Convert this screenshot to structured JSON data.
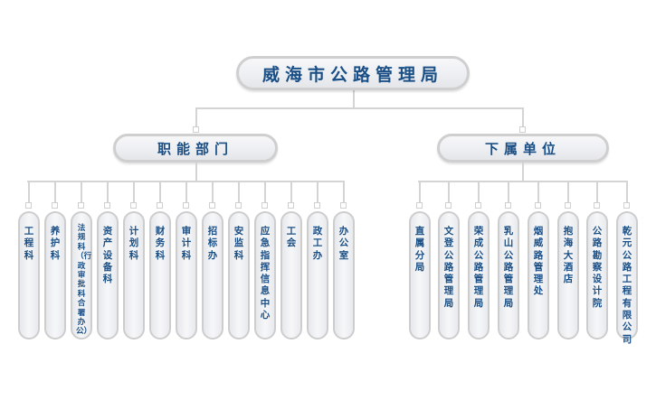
{
  "root": {
    "title": "威海市公路管理局"
  },
  "groups": [
    {
      "title": "职能部门"
    },
    {
      "title": "下属单位"
    }
  ],
  "departments": [
    "工程科",
    "养护科",
    "法规科（行政审批科合署办公）",
    "资产设备科",
    "计划科",
    "财务科",
    "审计科",
    "招标办",
    "安监科",
    "应急指挥信息中心",
    "工会",
    "政工办",
    "办公室"
  ],
  "subordinates": [
    "直属分局",
    "文登公路管理局",
    "荣成公路管理局",
    "乳山公路管理局",
    "烟威路管理处",
    "抱海大酒店",
    "公路勘察设计院",
    "乾元公路工程有限公司"
  ],
  "colors": {
    "text": "#1a4f86",
    "line": "#d4d4d4",
    "border": "#cdcdcd"
  }
}
